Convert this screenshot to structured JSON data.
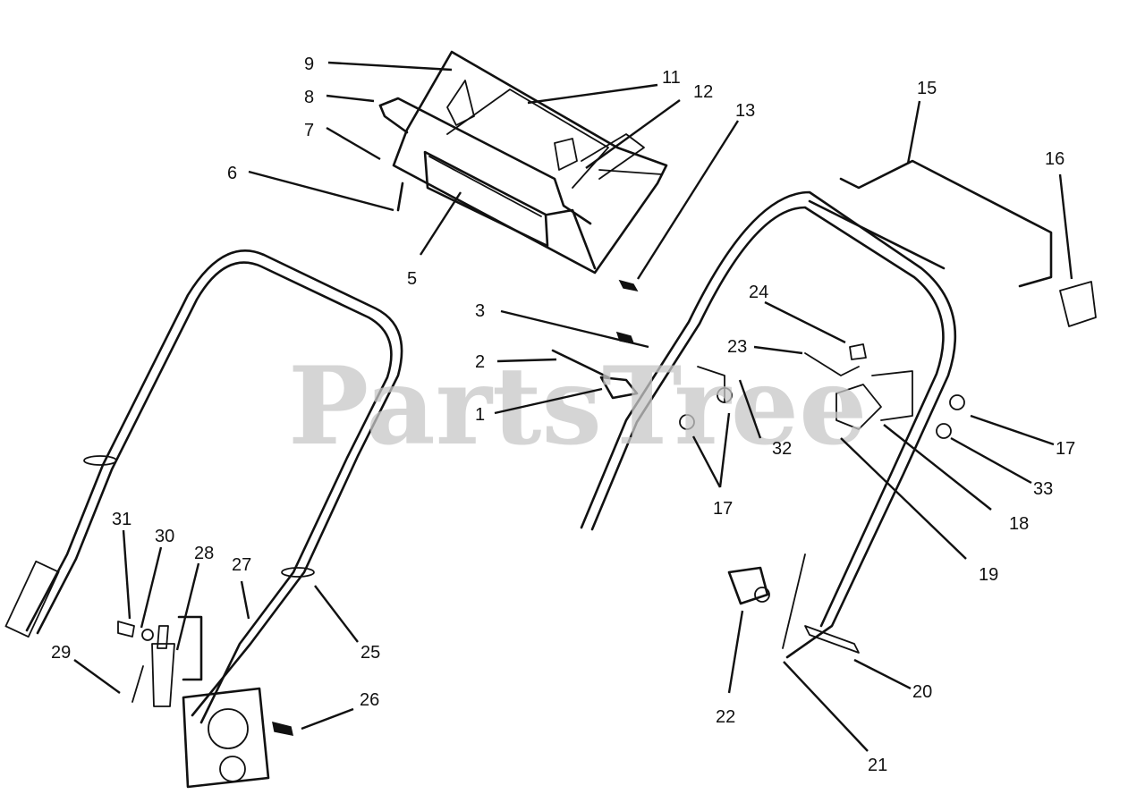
{
  "watermark": "PartsTree",
  "callouts": [
    {
      "id": "c1",
      "text": "1"
    },
    {
      "id": "c2",
      "text": "2"
    },
    {
      "id": "c3",
      "text": "3"
    },
    {
      "id": "c5",
      "text": "5"
    },
    {
      "id": "c6",
      "text": "6"
    },
    {
      "id": "c7",
      "text": "7"
    },
    {
      "id": "c8",
      "text": "8"
    },
    {
      "id": "c9",
      "text": "9"
    },
    {
      "id": "c11",
      "text": "11"
    },
    {
      "id": "c12",
      "text": "12"
    },
    {
      "id": "c13",
      "text": "13"
    },
    {
      "id": "c15",
      "text": "15"
    },
    {
      "id": "c16",
      "text": "16"
    },
    {
      "id": "c17a",
      "text": "17"
    },
    {
      "id": "c17b",
      "text": "17"
    },
    {
      "id": "c18",
      "text": "18"
    },
    {
      "id": "c19",
      "text": "19"
    },
    {
      "id": "c20",
      "text": "20"
    },
    {
      "id": "c21",
      "text": "21"
    },
    {
      "id": "c22",
      "text": "22"
    },
    {
      "id": "c23",
      "text": "23"
    },
    {
      "id": "c24",
      "text": "24"
    },
    {
      "id": "c25",
      "text": "25"
    },
    {
      "id": "c26",
      "text": "26"
    },
    {
      "id": "c27",
      "text": "27"
    },
    {
      "id": "c28",
      "text": "28"
    },
    {
      "id": "c29",
      "text": "29"
    },
    {
      "id": "c30",
      "text": "30"
    },
    {
      "id": "c31",
      "text": "31"
    },
    {
      "id": "c32",
      "text": "32"
    },
    {
      "id": "c33",
      "text": "33"
    }
  ]
}
